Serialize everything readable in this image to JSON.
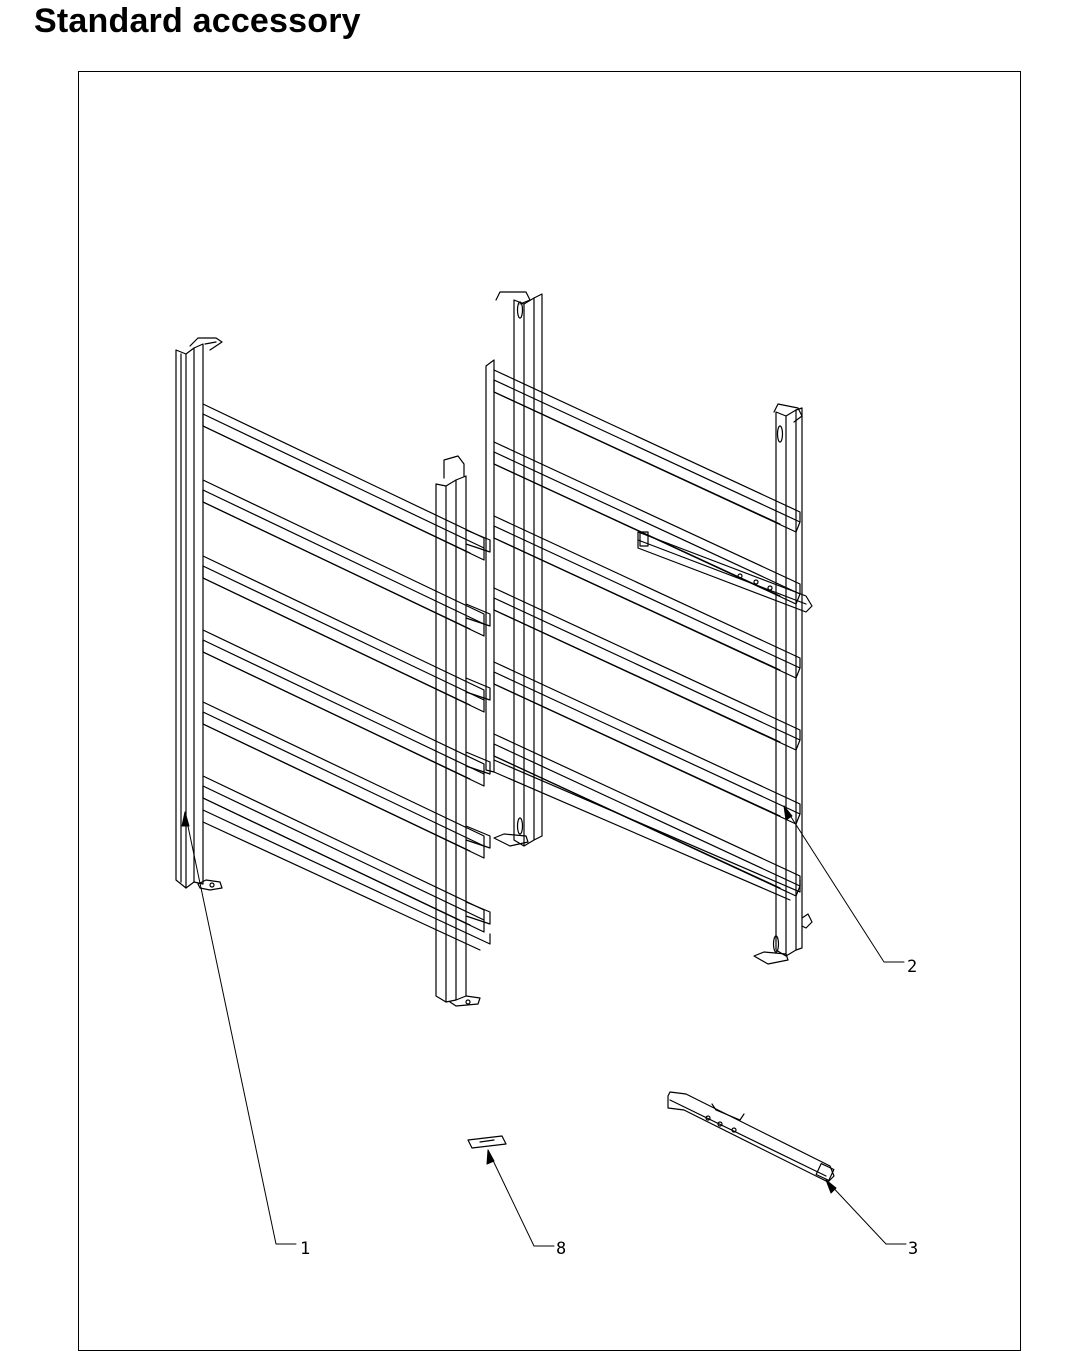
{
  "page": {
    "title": "Standard accessory"
  },
  "callouts": [
    {
      "id": "c1",
      "label": "1"
    },
    {
      "id": "c2",
      "label": "2"
    },
    {
      "id": "c3",
      "label": "3"
    },
    {
      "id": "c8",
      "label": "8"
    }
  ],
  "colors": {
    "line": "#000000",
    "background": "#ffffff"
  }
}
